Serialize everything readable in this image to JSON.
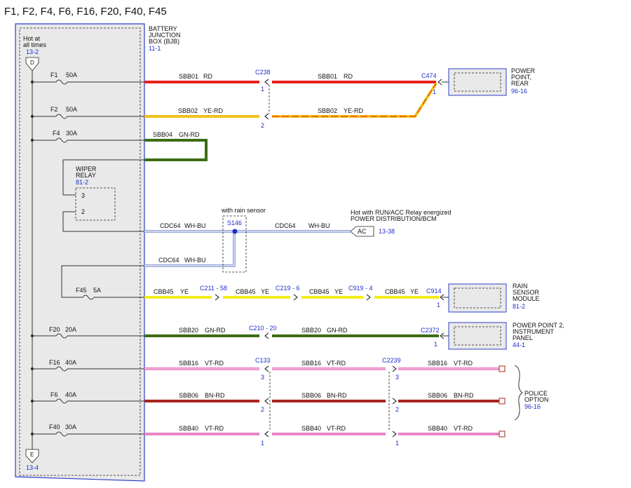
{
  "title": "F1, F2, F4, F6, F16, F20, F40, F45",
  "bjb": {
    "lines": [
      "BATTERY",
      "JUNCTION",
      "BOX (BJB)"
    ],
    "ref": "11-1",
    "hot_lines": [
      "Hot at",
      "all times"
    ],
    "hot_ref": "13-2",
    "top_flag": "D",
    "bottom_flag": "E",
    "bottom_ref": "13-4"
  },
  "fuses": {
    "f1": {
      "name": "F1",
      "amps": "50A"
    },
    "f2": {
      "name": "F2",
      "amps": "50A"
    },
    "f4": {
      "name": "F4",
      "amps": "30A"
    },
    "f45": {
      "name": "F45",
      "amps": "5A"
    },
    "f20": {
      "name": "F20",
      "amps": "20A"
    },
    "f16": {
      "name": "F16",
      "amps": "40A"
    },
    "f6": {
      "name": "F6",
      "amps": "40A"
    },
    "f40": {
      "name": "F40",
      "amps": "30A"
    }
  },
  "wiper_relay": {
    "lines": [
      "WIPER",
      "RELAY"
    ],
    "ref": "81-2",
    "pin3": "3",
    "pin2": "2"
  },
  "splice": {
    "label": "with rain sensor",
    "id": "S146"
  },
  "run_acc": {
    "lines": [
      "Hot with RUN/ACC Relay energized",
      "POWER DISTRIBUTION/BCM"
    ],
    "tag": "AC",
    "ref": "13-38"
  },
  "wires": {
    "sbb01": {
      "circuit": "SBB01",
      "color": "RD"
    },
    "sbb02": {
      "circuit": "SBB02",
      "color": "YE-RD"
    },
    "sbb04": {
      "circuit": "SBB04",
      "color": "GN-RD"
    },
    "cdc64": {
      "circuit": "CDC64",
      "color": "WH-BU"
    },
    "cbb45": {
      "circuit": "CBB45",
      "color": "YE"
    },
    "sbb20": {
      "circuit": "SBB20",
      "color": "GN-RD"
    },
    "sbb16": {
      "circuit": "SBB16",
      "color": "VT-RD"
    },
    "sbb06": {
      "circuit": "SBB06",
      "color": "BN-RD"
    },
    "sbb40": {
      "circuit": "SBB40",
      "color": "VT-RD"
    }
  },
  "connectors": {
    "c238": "C238",
    "c474": "C474",
    "c211": "C211 - 58",
    "c219": "C219 - 6",
    "c919": "C919 - 4",
    "c914": "C914",
    "c210": "C210 - 20",
    "c2372": "C2372",
    "c133": "C133",
    "c2239": "C2239"
  },
  "pins": {
    "p1": "1",
    "p2": "2",
    "p3": "3"
  },
  "components": {
    "power_point_rear": {
      "lines": [
        "POWER",
        "POINT,",
        "REAR"
      ],
      "ref": "96-16"
    },
    "rain_sensor": {
      "lines": [
        "RAIN",
        "SENSOR",
        "MODULE"
      ],
      "ref": "81-2"
    },
    "power_point_2": {
      "lines": [
        "POWER POINT 2,",
        "INSTRUMENT",
        "PANEL"
      ],
      "ref": "44-1"
    },
    "police": {
      "lines": [
        "POLICE",
        "OPTION"
      ],
      "ref": "96-16"
    }
  },
  "wire_colors": {
    "RD": "#e8201c",
    "YE-RD": "#f2c21a",
    "GN-RD": "#3b6d12",
    "WH-BU": "#9aa8da",
    "YE": "#f2ec1a",
    "VT-RD": "#e985c4",
    "BN-RD": "#a8241d",
    "link_blue": "#1b2fcc"
  }
}
